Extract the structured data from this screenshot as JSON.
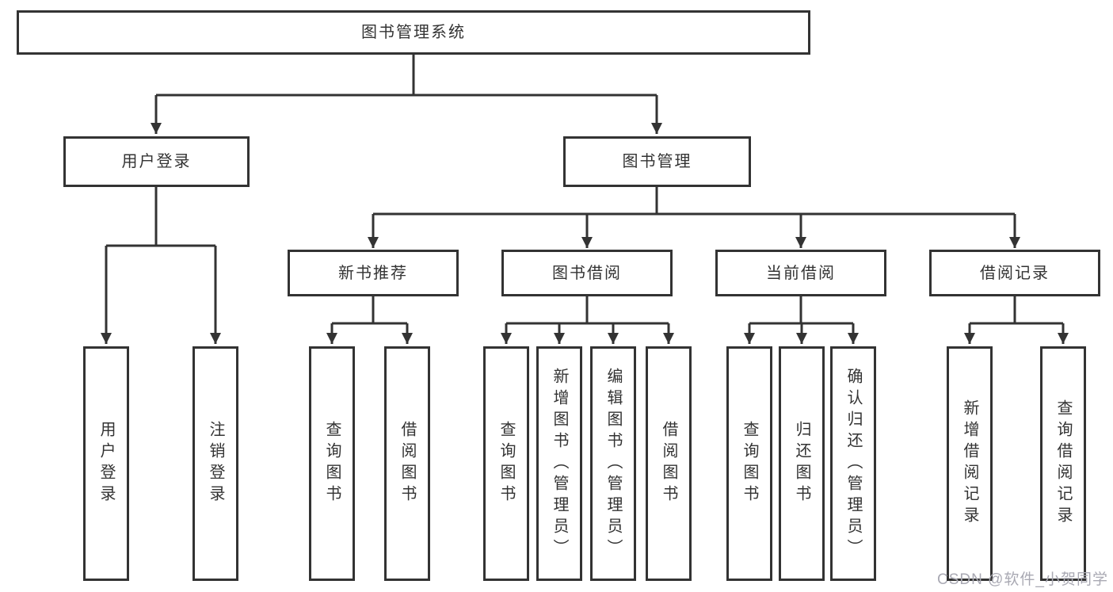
{
  "colors": {
    "line": "#333333",
    "text": "#333333",
    "watermark": "#a9a9b3",
    "background": "#ffffff"
  },
  "diagram": {
    "root": {
      "label": "图书管理系统"
    },
    "level2": [
      {
        "label": "用户登录"
      },
      {
        "label": "图书管理"
      }
    ],
    "level3": [
      {
        "label": "新书推荐"
      },
      {
        "label": "图书借阅"
      },
      {
        "label": "当前借阅"
      },
      {
        "label": "借阅记录"
      }
    ],
    "leaves": [
      {
        "label": "用户登录"
      },
      {
        "label": "注销登录"
      },
      {
        "label": "查询图书"
      },
      {
        "label": "借阅图书"
      },
      {
        "label": "查询图书"
      },
      {
        "label": "新增图书（管理员）"
      },
      {
        "label": "编辑图书（管理员）"
      },
      {
        "label": "借阅图书"
      },
      {
        "label": "查询图书"
      },
      {
        "label": "归还图书"
      },
      {
        "label": "确认归还（管理员）"
      },
      {
        "label": "新增借阅记录"
      },
      {
        "label": "查询借阅记录"
      }
    ]
  },
  "watermark": {
    "text": "CSDN @软件_小贺同学"
  }
}
